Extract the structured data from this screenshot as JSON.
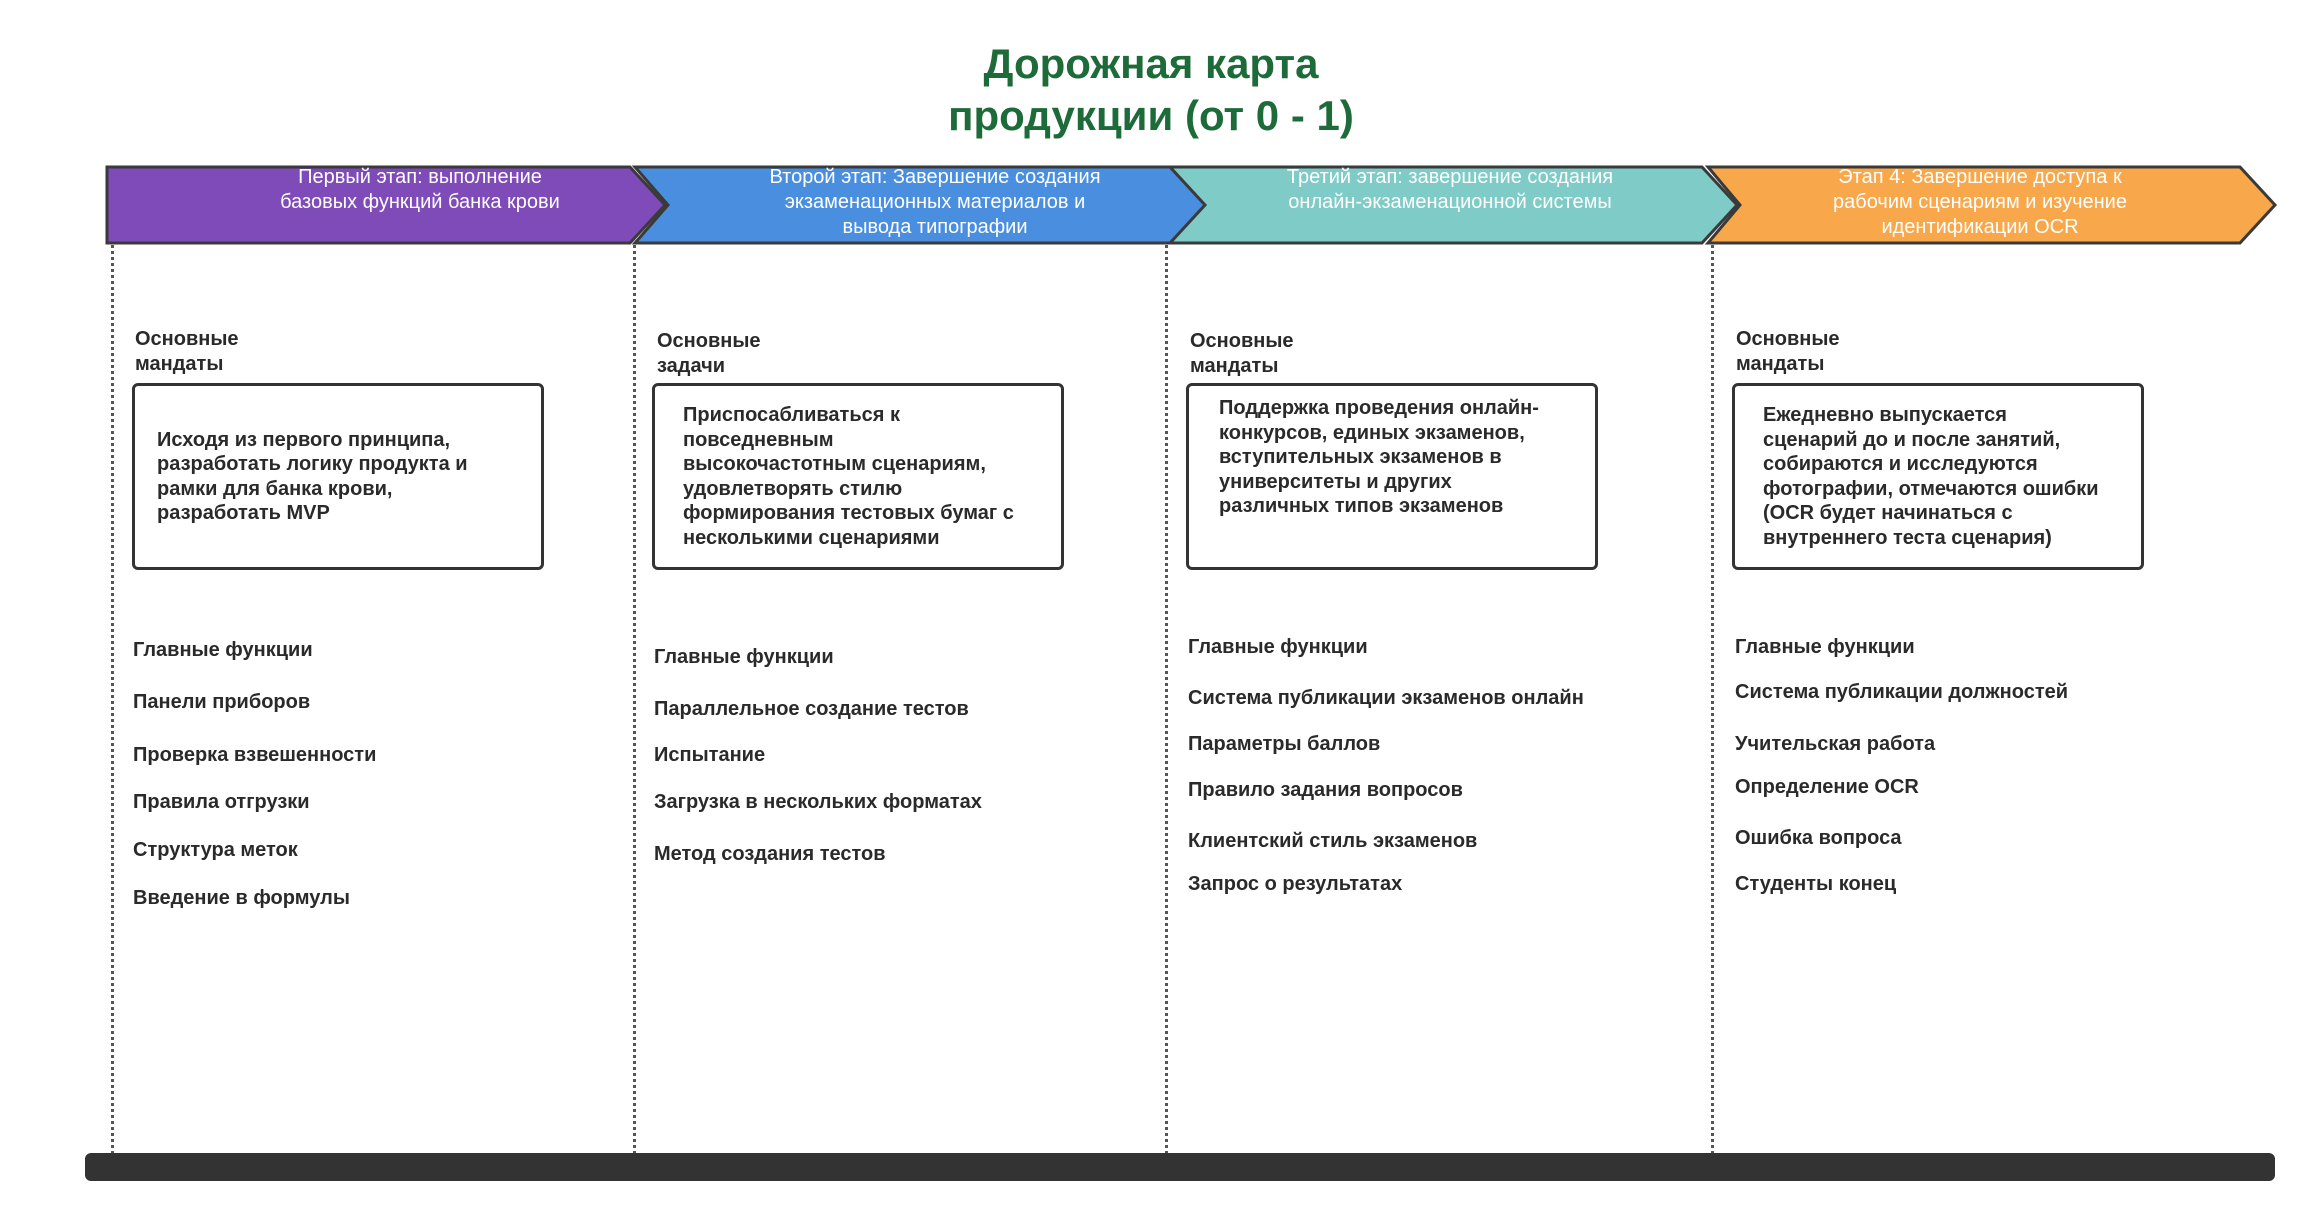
{
  "title_line1": "Дорожная карта",
  "title_line2": "продукции (от 0 - 1)",
  "colors": {
    "title": "#1e6b3a",
    "phase1": "#7e4bb8",
    "phase2": "#4a8ee0",
    "phase3": "#7ecbc8",
    "phase4": "#f8a84a",
    "arrow_border": "#3a3a3a",
    "bottom_bar": "#333333"
  },
  "phases": [
    {
      "label": "Первый этап: выполнение базовых функций банка крови",
      "section_label_1": "Основные",
      "section_label_2": "мандаты",
      "mandate": "Исходя из первого принципа, разработать логику продукта и рамки для банка крови, разработать MVP",
      "features": [
        "Главные функции",
        "Панели приборов",
        "Проверка взвешенности",
        "Правила отгрузки",
        "Структура меток",
        "Введение в формулы"
      ]
    },
    {
      "label": "Второй этап: Завершение создания экзаменационных материалов и вывода типографии",
      "section_label_1": "Основные",
      "section_label_2": "задачи",
      "mandate": "Приспосабливаться к повседневным высокочастотным сценариям, удовлетворять стилю формирования тестовых бумаг с несколькими сценариями",
      "features": [
        "Главные функции",
        "Параллельное создание тестов",
        "Испытание",
        "Загрузка в нескольких форматах",
        "Метод создания тестов"
      ]
    },
    {
      "label": "Третий этап: завершение создания онлайн-экзаменационной системы",
      "section_label_1": "Основные",
      "section_label_2": "мандаты",
      "mandate": "Поддержка проведения онлайн-конкурсов, единых экзаменов, вступительных экзаменов в университеты и других различных типов экзаменов",
      "features": [
        "Главные функции",
        "Система публикации экзаменов онлайн",
        "Параметры баллов",
        "Правило задания вопросов",
        "Клиентский стиль экзаменов",
        "Запрос о результатах"
      ]
    },
    {
      "label": "Этап 4: Завершение доступа к рабочим сценариям и изучение идентификации OCR",
      "section_label_1": "Основные",
      "section_label_2": "мандаты",
      "mandate": "Ежедневно выпускается сценарий до и после занятий, собираются и исследуются фотографии, отмечаются ошибки (OCR будет начинаться с внутреннего теста сценария)",
      "features": [
        "Главные функции",
        "Система публикации должностей",
        "Учительская работа",
        "Определение OCR",
        "Ошибка вопроса",
        "Студенты конец"
      ]
    }
  ]
}
